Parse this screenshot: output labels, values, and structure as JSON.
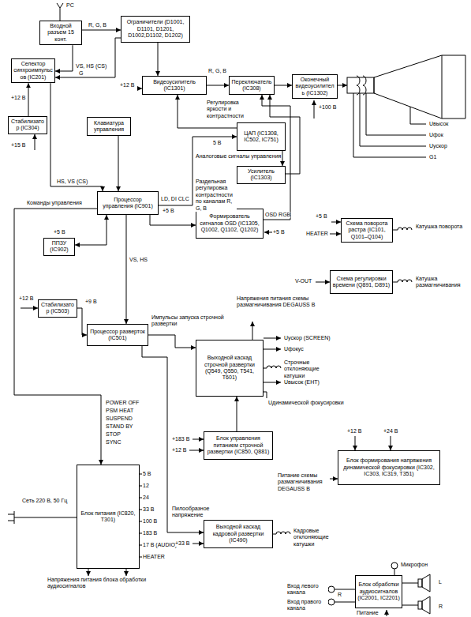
{
  "diagram": {
    "nodes": [
      {
        "text": [
          "Входной разъем 15 конт."
        ]
      },
      {
        "text": [
          "Ограничители (D1001, D1101, D1201, D1002,D1102, D1202)"
        ]
      },
      {
        "text": [
          "Селектор синхроимпульсов (IC201)"
        ]
      },
      {
        "text": [
          "Видеоусилитель (IC1301)"
        ]
      },
      {
        "text": [
          "Переключатель (IC308)"
        ]
      },
      {
        "text": [
          "Оконечный видеоусилитель (IC1302)"
        ]
      },
      {
        "text": [
          "Стабилизатор (IC304)"
        ]
      },
      {
        "text": [
          "Клавиатура управления"
        ]
      },
      {
        "text": [
          "ЦАП (IC1308, IC502, IC751)"
        ]
      },
      {
        "text": [
          "Усилитель (IC1303)"
        ]
      },
      {
        "text": [
          "Процессор управления (IC901)"
        ]
      },
      {
        "text": [
          "Формирователь сигналов OSD (IC1305, Q1002, Q1102, Q1202)"
        ]
      },
      {
        "text": [
          "Схема поворота растра (IC101, Q101–Q104)"
        ]
      },
      {
        "text": [
          "ППЗУ (IC902)"
        ]
      },
      {
        "text": [
          "Стабилизатор (IC503)"
        ]
      },
      {
        "text": [
          "Схема регулировки времени (Q891, D891)"
        ]
      },
      {
        "text": [
          "Процессор разверток (IC501)"
        ]
      },
      {
        "text": [
          "Выходной каскад строчной развертки (Q549, Q550, T541, T601)"
        ]
      },
      {
        "text": [
          "Блок управления питанием строчной развертки (IC850, Q881)"
        ]
      },
      {
        "text": [
          "Блок формирования напряжения динамической фокусировки (IC302, IC303, IC319, T351)"
        ]
      },
      {
        "text": [
          "Блок питания (IC820, T301)"
        ]
      },
      {
        "text": [
          "Выходной каскад кадровой развертки (IC490)"
        ]
      },
      {
        "text": [
          "Блок обработки аудиосигналов (IC2001, IC2201)"
        ]
      }
    ],
    "edges": [
      {
        "from": 0,
        "to": 1,
        "arrow": "to"
      },
      {
        "from": 1,
        "to": 3,
        "arrow": "to"
      },
      {
        "from": 0,
        "to": 2,
        "arrow": "to"
      },
      {
        "from": 1,
        "to": 2,
        "arrow": "to"
      },
      {
        "from": 3,
        "to": 4,
        "arrow": "to"
      },
      {
        "from": 4,
        "to": 5,
        "arrow": "to"
      },
      {
        "from": 6,
        "to": 2,
        "arrow": "to"
      },
      {
        "from": 2,
        "to": 10,
        "arrow": "to"
      },
      {
        "from": 7,
        "to": 10,
        "arrow": "to"
      },
      {
        "from": 10,
        "to": 8,
        "arrow": "to"
      },
      {
        "from": 8,
        "to": 9,
        "arrow": "to"
      },
      {
        "from": 8,
        "to": 3,
        "arrow": "to"
      },
      {
        "from": 9,
        "to": 4,
        "arrow": "to"
      },
      {
        "from": 10,
        "to": 11,
        "arrow": "to"
      },
      {
        "from": 11,
        "to": 4,
        "arrow": "to"
      },
      {
        "from": 10,
        "to": 13,
        "arrow": "both"
      },
      {
        "from": 10,
        "to": 16,
        "arrow": "to"
      },
      {
        "from": 10,
        "to": 20,
        "arrow": "to"
      },
      {
        "from": 14,
        "to": 16,
        "arrow": "to"
      },
      {
        "from": 16,
        "to": 17,
        "arrow": "to"
      },
      {
        "from": 16,
        "to": 21,
        "arrow": "to"
      },
      {
        "from": 18,
        "to": 17,
        "arrow": "to"
      }
    ],
    "labels": [
      "PC",
      "R, G, B",
      "R, G, B",
      "VS, HS (CS)",
      "G",
      "+12 В",
      "+12 В",
      "+15 В",
      "+100 В",
      "Регулировка яркости и контрастности",
      "5 В",
      "Аналоговые сигналы управления",
      "HS, VS (CS)",
      "LD, DI CLC",
      "Раздельная регулировка контрастности по каналам R, G, B",
      "Команды управления",
      "+5 В",
      "+5 В",
      "OSD RGB",
      "+5 В",
      "+5 В",
      "HEATER",
      "Катушка поворота",
      "VS, HS",
      "V-OUT",
      "Катушка размагничивания",
      "+12 В",
      "+9 В",
      "Напряжения питания схемы размагничивания DEGAUSS В",
      "Импульсы запуска строчной развертки",
      "Uускор (SCREEN)",
      "Uфокус",
      "Строчные отклоняющие катушки",
      "Uвысок (EHT)",
      "Uдинамической фокусировки",
      "POWER OFF",
      "PSM HEAT",
      "SUSPEND",
      "STAND BY",
      "STOP",
      "SYNC",
      "+183 В",
      "+12 В",
      "+12 В",
      "+24 В",
      "Питание схемы размагничивания DEGAUSS В",
      "5 В",
      "12",
      "24",
      "33 В",
      "100 В",
      "183 В",
      "17 В (AUDIO)",
      "HEATER",
      "Сеть 220 В, 50 Гц",
      "Пилообразное напряжение",
      "+33 В",
      "Кадровые отклоняющие катушки",
      "Напряжения питания блока обработки аудиосигналов",
      "Микрофон",
      "Вход левого канала",
      "R",
      "Вход правого канала",
      "L",
      "R",
      "Питание",
      "Uвысок",
      "Uфок",
      "Uускор",
      "G1"
    ]
  }
}
